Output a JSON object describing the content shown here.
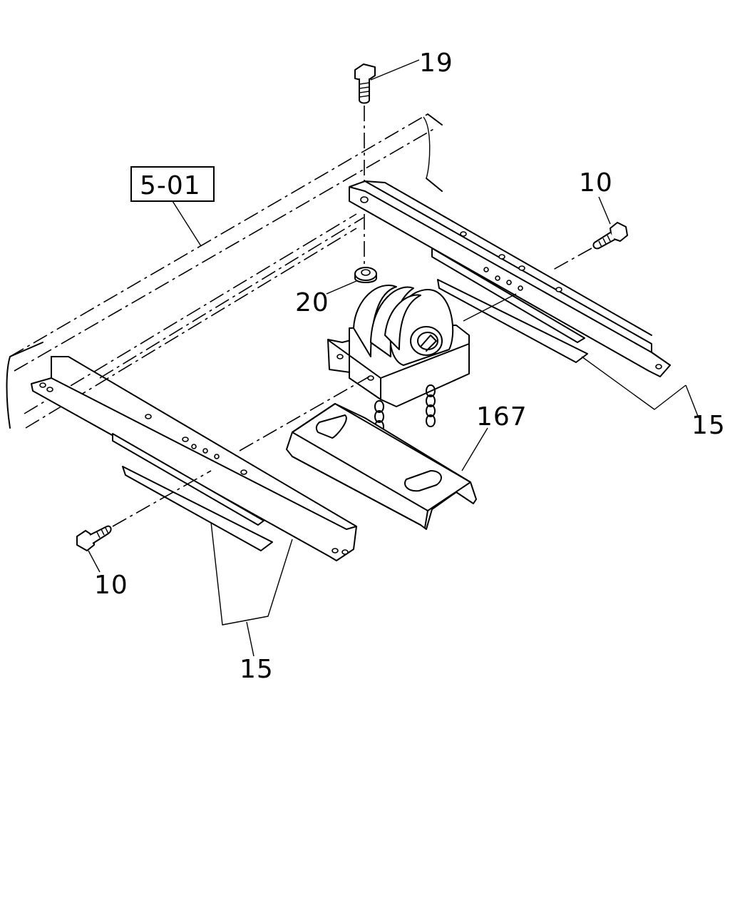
{
  "diagram": {
    "reference_box": "5-01",
    "callouts": [
      {
        "id": "bolt-top",
        "text": "19"
      },
      {
        "id": "bolt-right",
        "text": "10"
      },
      {
        "id": "nut",
        "text": "20"
      },
      {
        "id": "bracket-right",
        "text": "15"
      },
      {
        "id": "base-plate",
        "text": "167"
      },
      {
        "id": "bolt-left",
        "text": "10"
      },
      {
        "id": "bracket-left",
        "text": "15"
      }
    ]
  }
}
